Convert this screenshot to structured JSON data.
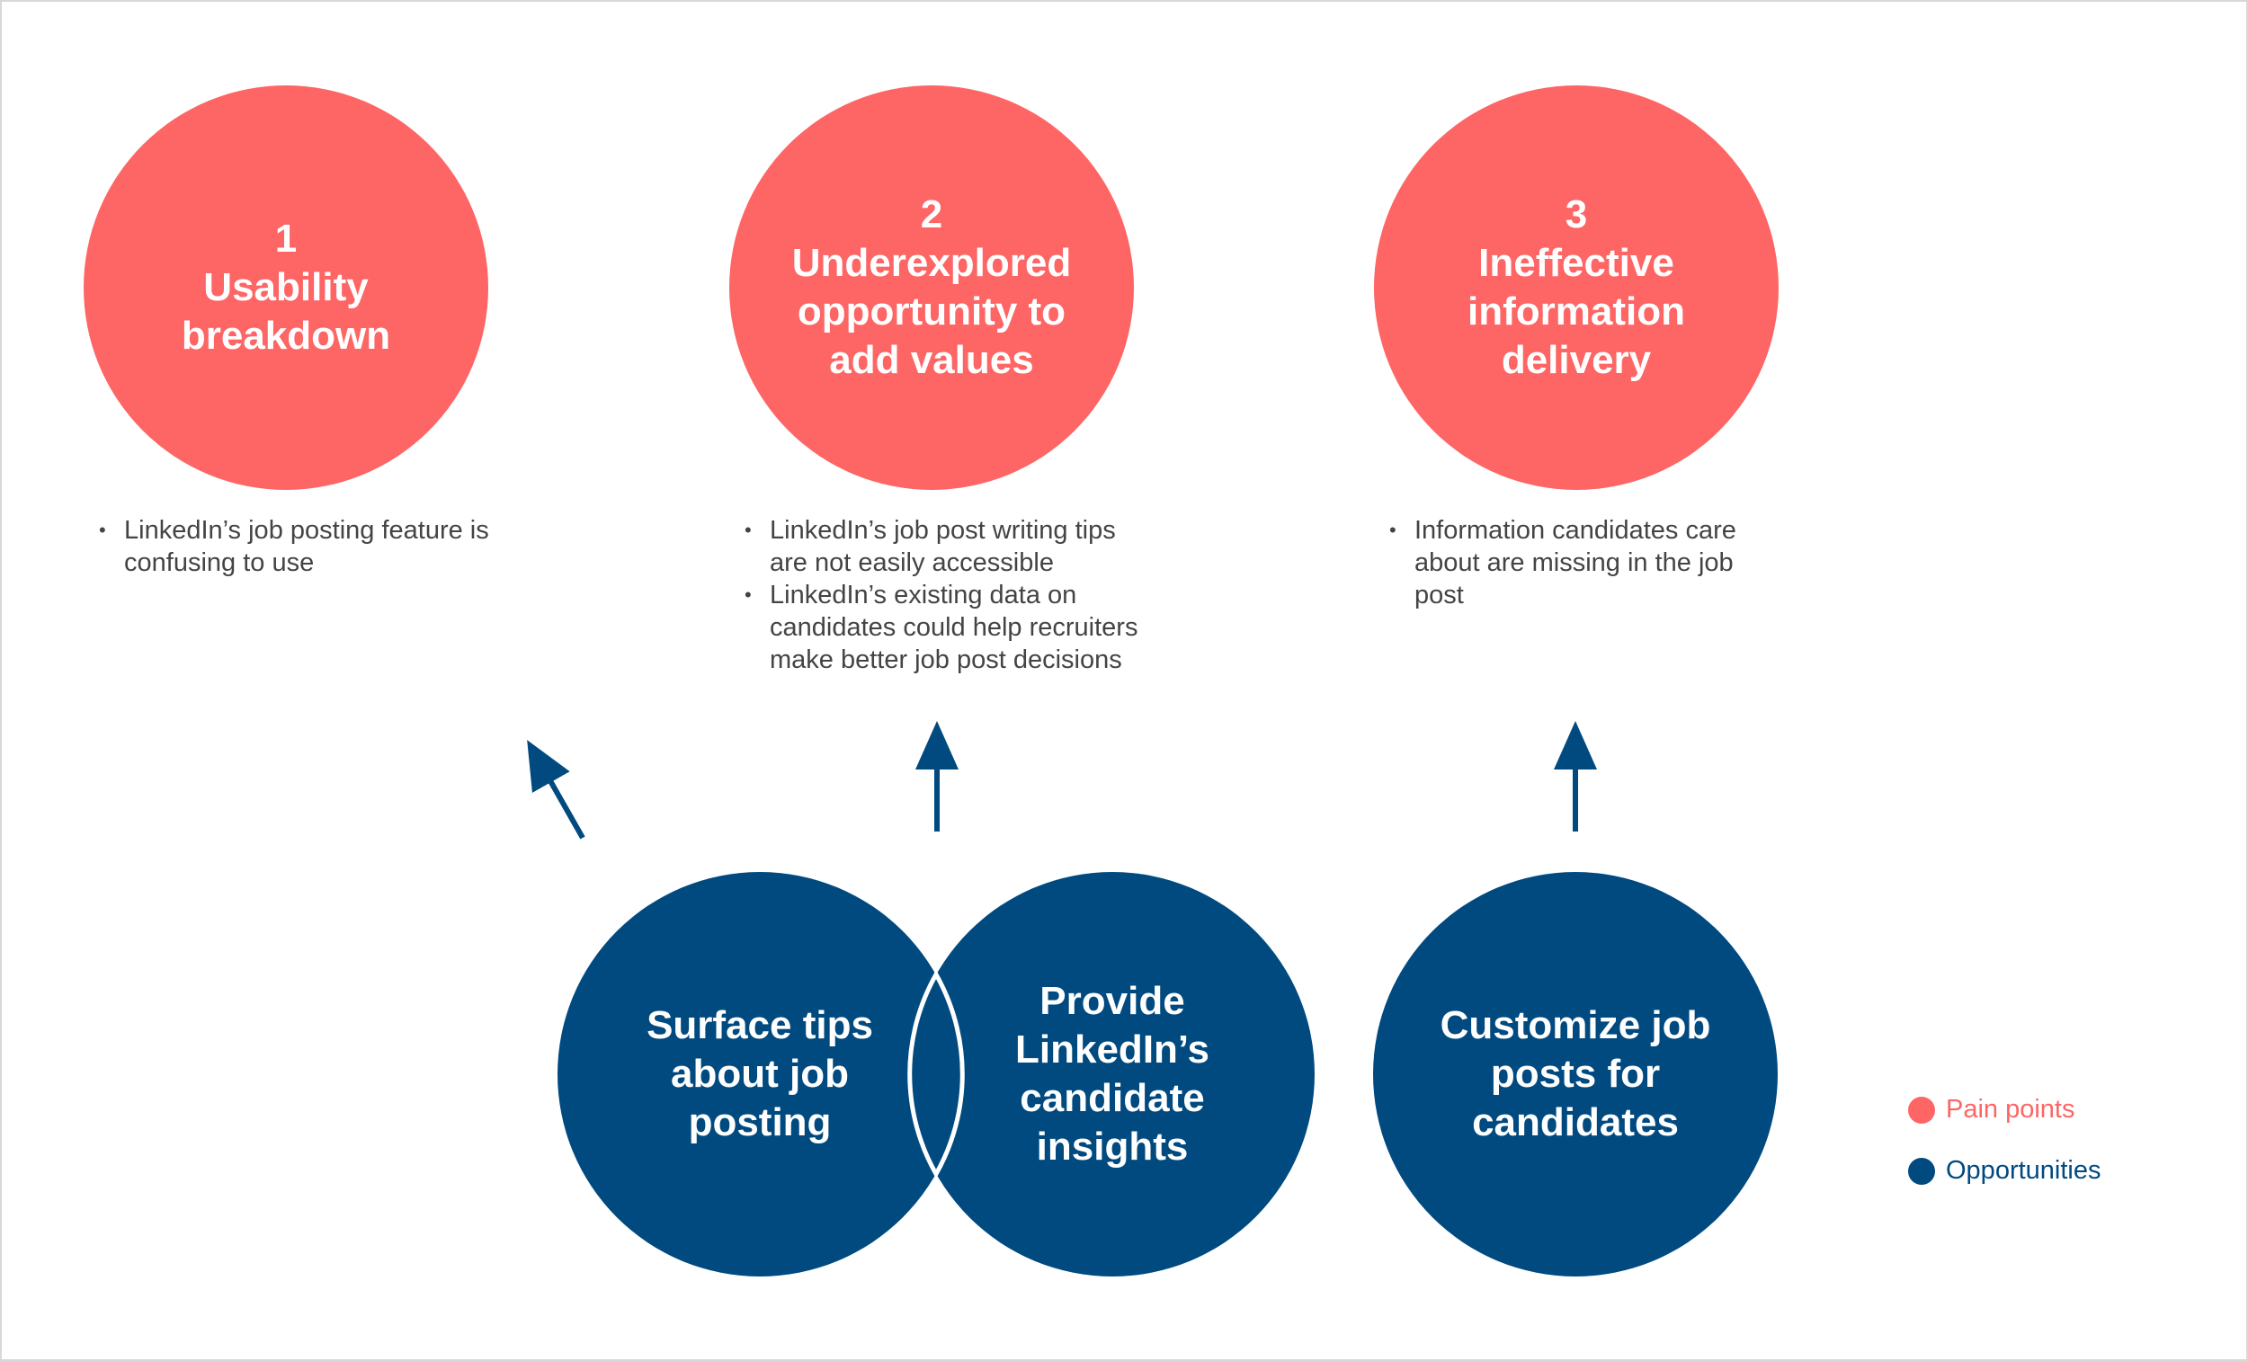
{
  "colors": {
    "pain": "#fe6565",
    "opportunity": "#004a80",
    "frame": "#d8d8d8",
    "text": "#444444"
  },
  "pain_points": [
    {
      "number": "1",
      "title": "Usability\nbreakdown",
      "bullets": [
        "LinkedIn’s job posting feature is confusing to use"
      ]
    },
    {
      "number": "2",
      "title": "Underexplored\nopportunity to\nadd values",
      "bullets": [
        "LinkedIn’s job post writing tips are not easily accessible",
        "LinkedIn’s existing data on candidates could help recruiters make better job post decisions"
      ]
    },
    {
      "number": "3",
      "title": "Ineffective\ninformation\ndelivery",
      "bullets": [
        "Information candidates care about are missing in the job post"
      ]
    }
  ],
  "opportunities": [
    {
      "label": "Surface tips\nabout job\nposting"
    },
    {
      "label": "Provide\nLinkedIn’s\ncandidate\ninsights"
    },
    {
      "label": "Customize job\nposts for\ncandidates"
    }
  ],
  "legend": [
    {
      "label": "Pain points",
      "color": "#fe6565"
    },
    {
      "label": "Opportunities",
      "color": "#004a80"
    }
  ]
}
